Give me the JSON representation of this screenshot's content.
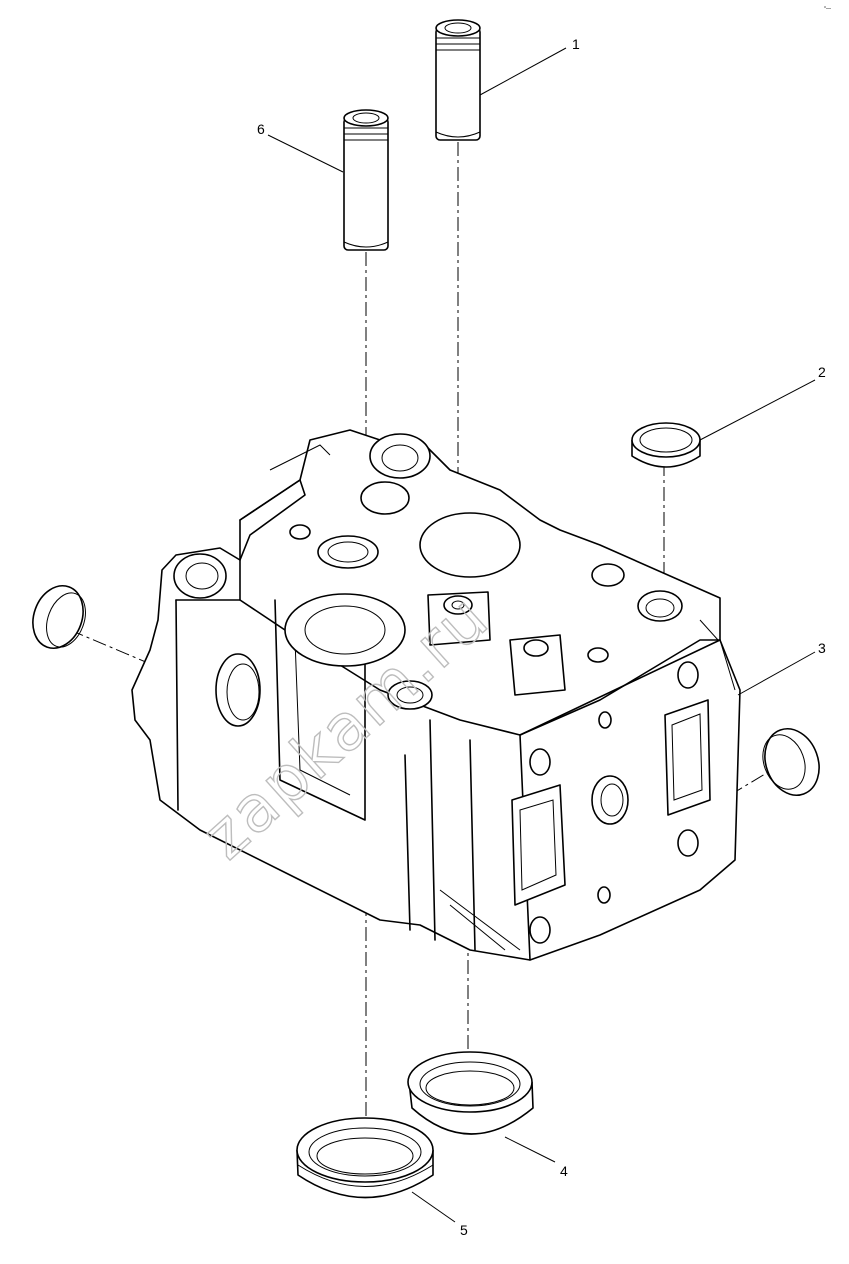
{
  "callouts": [
    {
      "id": "callout-1",
      "label": "1"
    },
    {
      "id": "callout-2",
      "label": "2"
    },
    {
      "id": "callout-3",
      "label": "3"
    },
    {
      "id": "callout-4",
      "label": "4"
    },
    {
      "id": "callout-5",
      "label": "5"
    },
    {
      "id": "callout-6",
      "label": "6"
    }
  ],
  "watermark": "zapkam.ru",
  "corner_mark": "°—"
}
